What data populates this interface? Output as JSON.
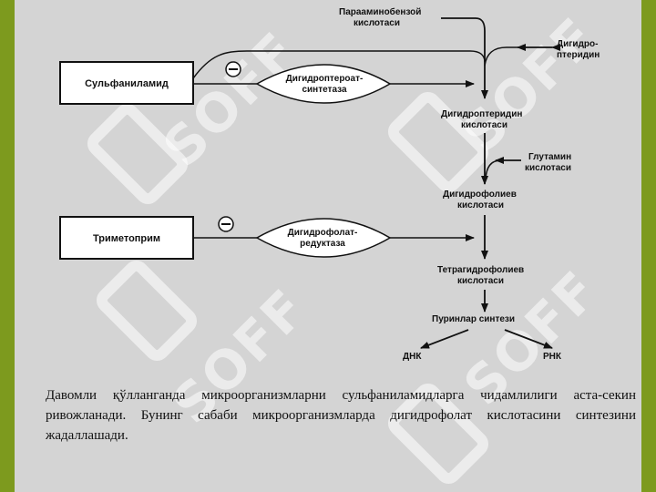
{
  "nodes": {
    "sulfanilamide": "Сульфаниламид",
    "trimethoprim": "Триметоприм",
    "enzyme1_line1": "Дигидроптероат-",
    "enzyme1_line2": "синтетаза",
    "enzyme2_line1": "Дигидрофолат-",
    "enzyme2_line2": "редуктаза",
    "paba_line1": "Парааминобензой",
    "paba_line2": "кислотаси",
    "dihydropteridine_line1": "Дигидро-",
    "dihydropteridine_line2": "птеридин",
    "dihydropteroic_line1": "Дигидроптеридин",
    "dihydropteroic_line2": "кислотаси",
    "glutamic_line1": "Глутамин",
    "glutamic_line2": "кислотаси",
    "dihydrofolic_line1": "Дигидрофолиев",
    "dihydrofolic_line2": "кислотаси",
    "tetrahydrofolic_line1": "Тетрагидрофолиев",
    "tetrahydrofolic_line2": "кислотаси",
    "purine_synthesis": "Пуринлар синтези",
    "dna": "ДНК",
    "rna": "РНК",
    "inhibition_sign": "⊖"
  },
  "caption": "Давомли қўлланганда микроорганизмларни  сульфаниламидларга  чидамлилиги аста-секин  ривожланади.  Бунинг  сабаби  микроорганизмларда   дигидрофолат  кислотасини  синтезини жадаллашади.",
  "watermark": {
    "text": "SOFF"
  },
  "colors": {
    "background": "#7d9a1e",
    "slide": "#d4d4d4",
    "ink": "#111111"
  }
}
